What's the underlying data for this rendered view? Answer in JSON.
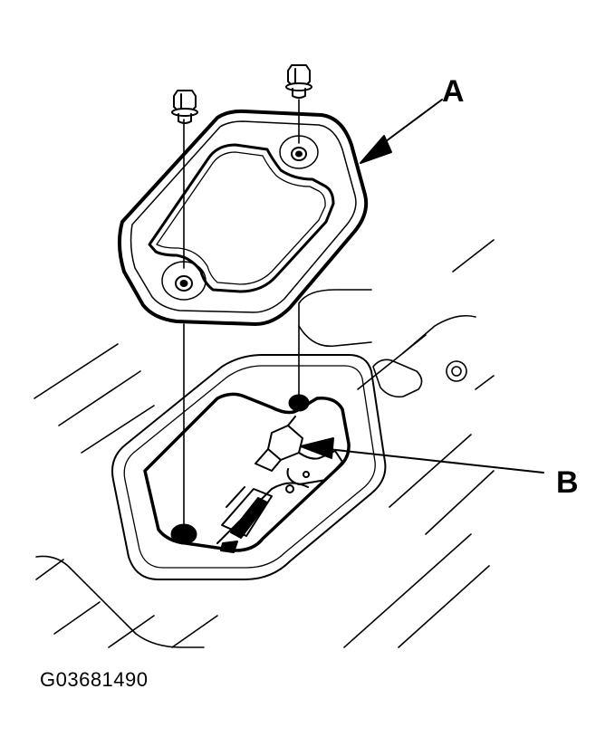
{
  "diagram": {
    "callouts": {
      "a": "A",
      "b": "B"
    },
    "figure_id": "G03681490"
  },
  "colors": {
    "ink": "#000000",
    "paper": "#ffffff"
  }
}
